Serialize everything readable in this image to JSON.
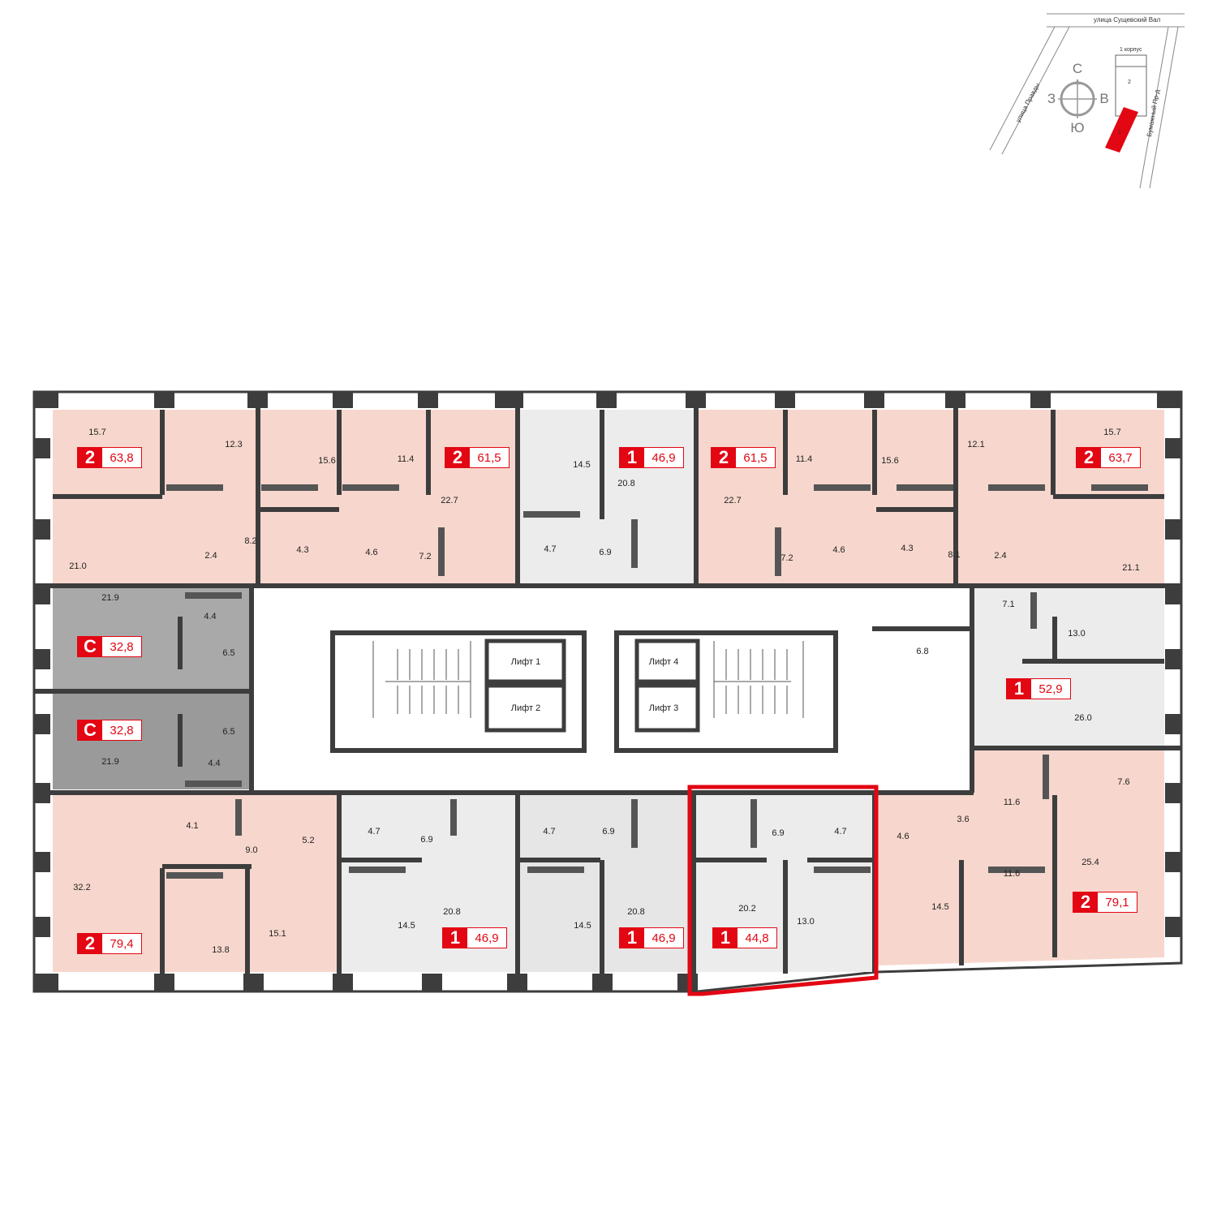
{
  "location_map": {
    "street_top": "улица Сущевский Вал",
    "street_left": "улица Правды",
    "street_right": "Бумажный Пр-д",
    "building_label": "1 корпус",
    "section_2": "2",
    "section_1": "1",
    "compass": {
      "n": "С",
      "s": "Ю",
      "w": "З",
      "e": "В"
    },
    "highlight_color": "#e30613"
  },
  "colors": {
    "accent": "#e30613",
    "two_room_fill": "#f7d7cd",
    "one_room_fill": "#ececec",
    "studio_fill": "#a9a9a9",
    "wall": "#3d3d3d"
  },
  "lifts": [
    "Лифт 1",
    "Лифт 2",
    "Лифт 4",
    "Лифт 3"
  ],
  "badges": [
    {
      "id": "apt-top-1",
      "rooms": "2",
      "area": "63,8"
    },
    {
      "id": "apt-top-2",
      "rooms": "2",
      "area": "61,5"
    },
    {
      "id": "apt-top-3",
      "rooms": "1",
      "area": "46,9"
    },
    {
      "id": "apt-top-4",
      "rooms": "2",
      "area": "61,5"
    },
    {
      "id": "apt-top-5",
      "rooms": "2",
      "area": "63,7"
    },
    {
      "id": "apt-studio-1",
      "rooms": "С",
      "area": "32,8"
    },
    {
      "id": "apt-studio-2",
      "rooms": "С",
      "area": "32,8"
    },
    {
      "id": "apt-right-1",
      "rooms": "1",
      "area": "52,9"
    },
    {
      "id": "apt-bot-1",
      "rooms": "2",
      "area": "79,4"
    },
    {
      "id": "apt-bot-2",
      "rooms": "1",
      "area": "46,9"
    },
    {
      "id": "apt-bot-3",
      "rooms": "1",
      "area": "46,9"
    },
    {
      "id": "apt-bot-4",
      "rooms": "1",
      "area": "44,8"
    },
    {
      "id": "apt-bot-5",
      "rooms": "2",
      "area": "79,1"
    }
  ],
  "room_areas": [
    "15.7",
    "12.3",
    "15.6",
    "11.4",
    "14.5",
    "20.8",
    "11.4",
    "15.6",
    "12.1",
    "15.7",
    "22.7",
    "22.7",
    "21.0",
    "21.1",
    "2.4",
    "8.2",
    "4.3",
    "4.6",
    "7.2",
    "4.7",
    "6.9",
    "7.2",
    "4.6",
    "4.3",
    "8.1",
    "2.4",
    "21.9",
    "4.4",
    "6.5",
    "6.5",
    "21.9",
    "4.4",
    "7.1",
    "13.0",
    "6.8",
    "26.0",
    "4.1",
    "9.0",
    "5.2",
    "32.2",
    "13.8",
    "15.1",
    "4.7",
    "6.9",
    "14.5",
    "20.8",
    "4.7",
    "6.9",
    "14.5",
    "20.8",
    "6.9",
    "4.7",
    "20.2",
    "13.0",
    "4.6",
    "3.6",
    "14.5",
    "7.6",
    "11.6",
    "25.4",
    "11.6"
  ]
}
